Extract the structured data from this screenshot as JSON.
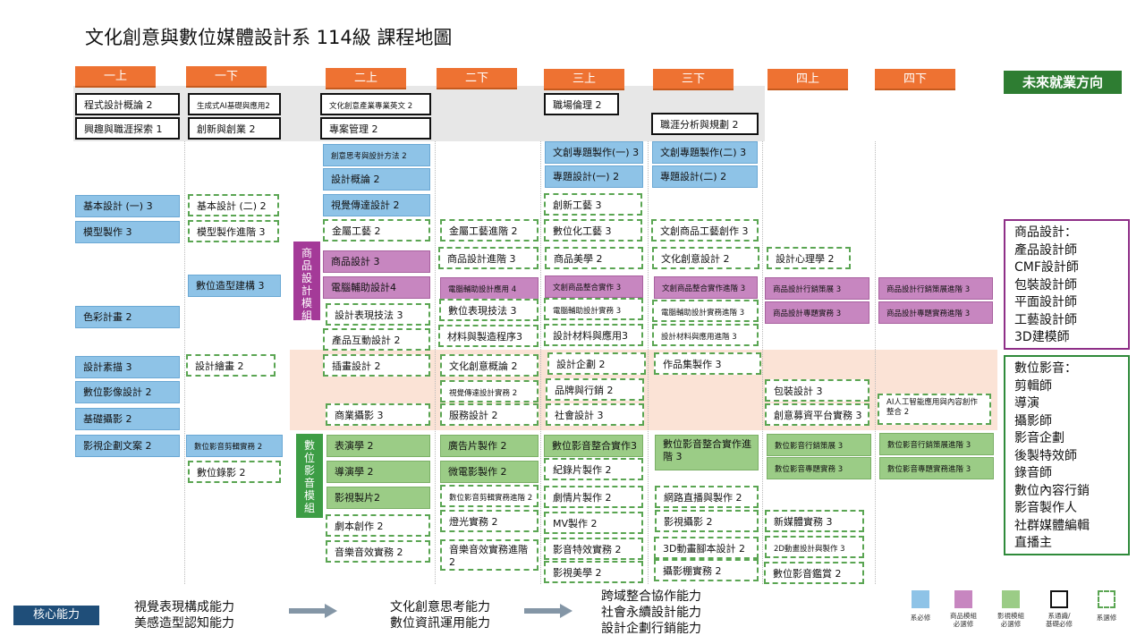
{
  "title": "文化創意與數位媒體設計系 114級 課程地圖",
  "semesters": [
    "一上",
    "一下",
    "二上",
    "二下",
    "三上",
    "三下",
    "四上",
    "四下"
  ],
  "career_header": "未來就業方向",
  "modules": {
    "product": "商品設計模組",
    "media": "數位影音模組"
  },
  "courses": {
    "c1": "程式設計概論 2",
    "c2": "興趣與職涯探索 1",
    "c3": "生成式AI基礎與應用2",
    "c4": "創新與創業 2",
    "c5": "文化創意產業專業英文 2",
    "c6": "專案管理 2",
    "c7": "職場倫理 2",
    "c8": "職涯分析與規劃 2",
    "c9": "創意思考與設計方法 2",
    "c10": "設計概論 2",
    "c11": "文創專題製作(一) 3",
    "c12": "專題設計(一) 2",
    "c13": "文創專題製作(二) 3",
    "c14": "專題設計(二) 2",
    "c15": "基本設計 (一) 3",
    "c16": "基本設計 (二) 2",
    "c17": "視覺傳達設計 2",
    "c18": "創新工藝 3",
    "c19": "模型製作 3",
    "c20": "模型製作進階 3",
    "c21": "金屬工藝 2",
    "c22": "金屬工藝進階 2",
    "c23": "數位化工藝 3",
    "c24": "文創商品工藝創作 3",
    "c25": "商品設計 3",
    "c26": "商品設計進階 3",
    "c27": "商品美學 2",
    "c28": "文化創意設計 2",
    "c29": "設計心理學 2",
    "c30": "數位造型建構 3",
    "c31": "電腦輔助設計4",
    "c32": "電腦輔助設計應用 4",
    "c33": "文創商品整合實作 3",
    "c34": "文創商品整合實作進階 3",
    "c35": "商品設計行銷策展 3",
    "c36": "商品設計行銷策展進階 3",
    "c37": "色彩計畫 2",
    "c38": "設計表現技法 3",
    "c39": "數位表現技法 3",
    "c40": "電腦輔助設計實務 3",
    "c41": "電腦輔助設計實務進階 3",
    "c42": "商品設計專題實務 3",
    "c43": "商品設計專題實務進階 3",
    "c44": "產品互動設計 2",
    "c45": "材料與製造程序3",
    "c46": "設計材料與應用3",
    "c47": "設計材料與應用進階 3",
    "c48": "設計素描 3",
    "c49": "設計繪畫 2",
    "c50": "插畫設計 2",
    "c51": "文化創意概論 2",
    "c52": "設計企劃 2",
    "c53": "作品集製作 3",
    "c54": "數位影像設計 2",
    "c55": "視覺傳達設計實務 2",
    "c56": "品牌與行銷 2",
    "c57": "包裝設計 3",
    "c58": "AI人工智能應用與內容創作整合 2",
    "c59": "基礎攝影 2",
    "c60": "商業攝影 3",
    "c61": "服務設計 2",
    "c62": "社會設計 3",
    "c63": "創意募資平台實務 3",
    "c64": "影視企劃文案 2",
    "c65": "數位影音剪輯實務 2",
    "c66": "表演學 2",
    "c67": "廣告片製作 2",
    "c68": "數位影音整合實作3",
    "c69": "數位影音整合實作進階 3",
    "c70": "數位影音行銷策展 3",
    "c71": "數位影音行銷策展進階 3",
    "c72": "數位錄影 2",
    "c73": "導演學 2",
    "c74": "微電影製作 2",
    "c75": "紀錄片製作 2",
    "c76": "數位影音專題實務 3",
    "c77": "數位影音專題實務進階 3",
    "c78": "影視製片2",
    "c79": "數位影音剪輯實務進階 2",
    "c80": "劇情片製作 2",
    "c81": "網路直播與製作 2",
    "c82": "劇本創作 2",
    "c83": "燈光實務 2",
    "c84": "MV製作 2",
    "c85": "影視攝影 2",
    "c86": "新媒體實務 3",
    "c87": "音樂音效實務 2",
    "c88": "音樂音效實務進階 2",
    "c89": "影音特效實務 2",
    "c90": "3D動畫腳本設計 2",
    "c91": "2D動畫設計與製作 3",
    "c92": "影視美學 2",
    "c93": "攝影棚實務 2",
    "c94": "數位影音鑑賞 2"
  },
  "careers": {
    "product": [
      "商品設計：",
      "產品設計師",
      "CMF設計師",
      "包裝設計師",
      "平面設計師",
      "工藝設計師",
      "3D建模師"
    ],
    "media": [
      "數位影音：",
      "剪輯師",
      "導演",
      "攝影師",
      "影音企劃",
      "後製特效師",
      "錄音師",
      "數位內容行銷",
      "影音製作人",
      "社群媒體編輯",
      "直播主"
    ]
  },
  "core": {
    "label": "核心能力",
    "group1": [
      "視覺表現構成能力",
      "美感造型認知能力"
    ],
    "group2": [
      "文化創意思考能力",
      "數位資訊運用能力"
    ],
    "group3": [
      "跨域整合協作能力",
      "社會永續設計能力",
      "設計企劃行銷能力"
    ]
  },
  "legend": {
    "blue": "系必修",
    "purple": [
      "商品模組",
      "必選修"
    ],
    "green": [
      "影視模組",
      "必選修"
    ],
    "req": [
      "系通識/",
      "基礎必修"
    ],
    "dash": "系選修"
  },
  "colors": {
    "orange": "#ee7232",
    "blue": "#8ec3e7",
    "purple": "#c786c0",
    "green": "#9bcc86",
    "career_green": "#2e7d32",
    "product_border": "#8e2f87",
    "media_border": "#2f8a3a"
  }
}
